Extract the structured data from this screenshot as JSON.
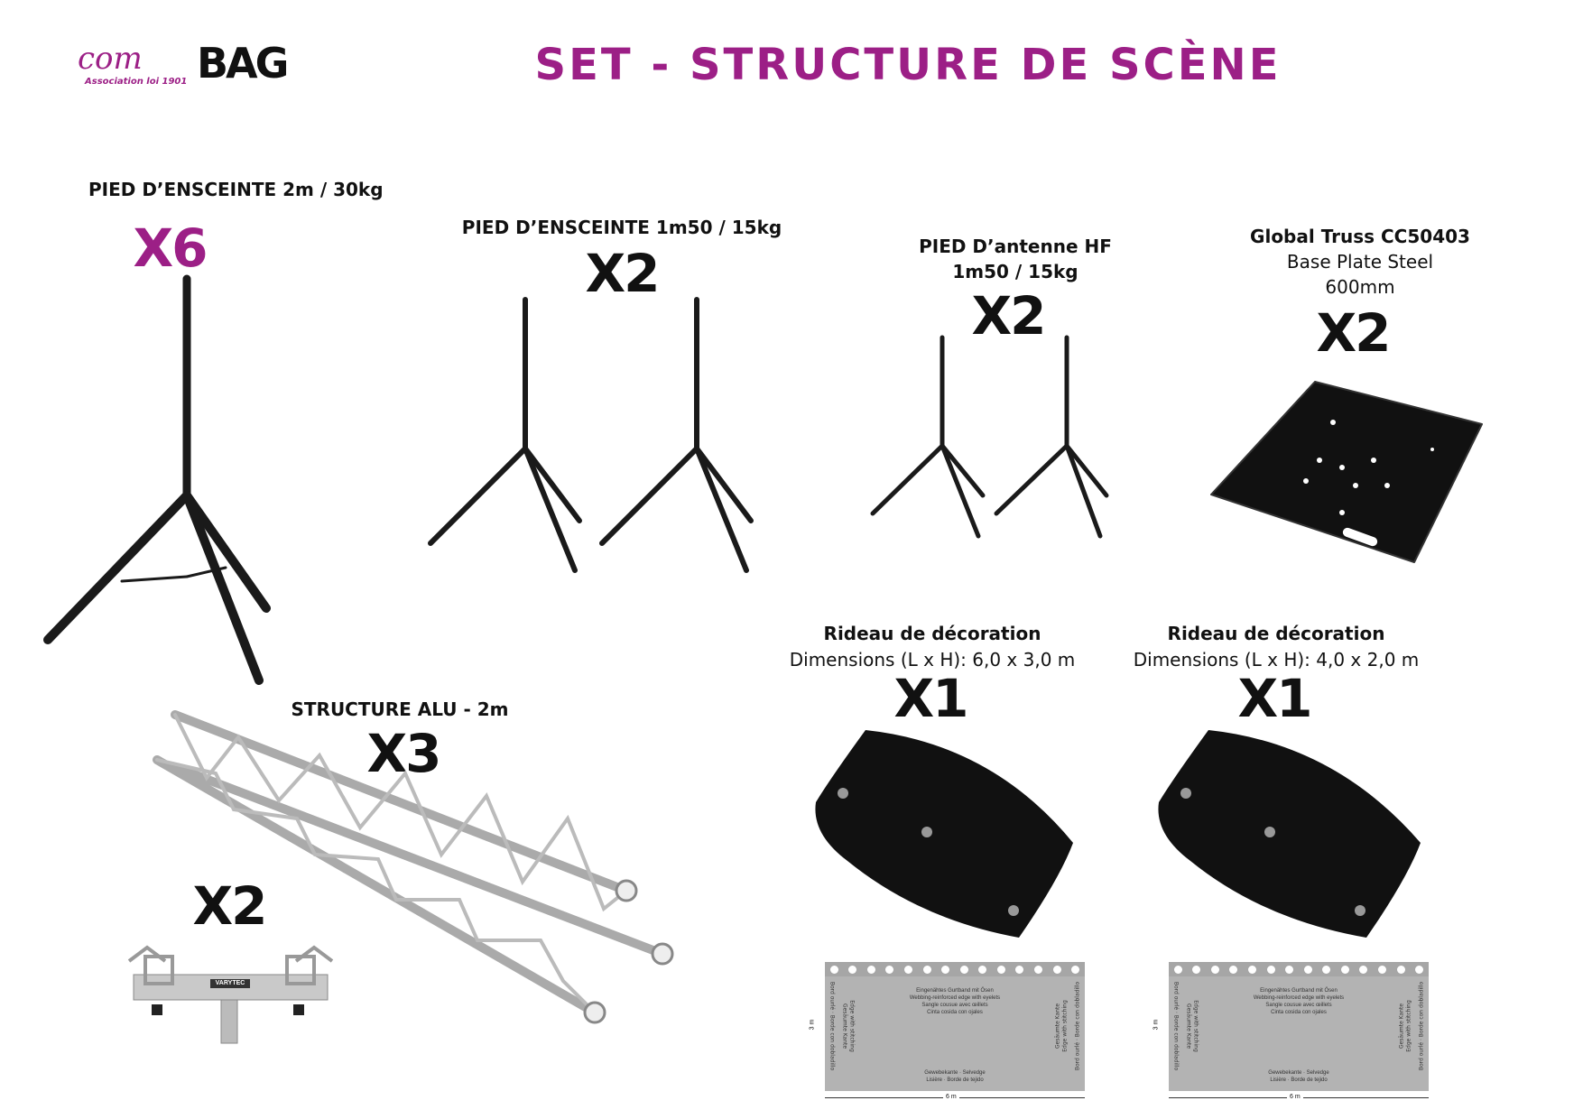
{
  "colors": {
    "accent": "#9c1f86",
    "black": "#111111"
  },
  "logo": {
    "script": "com",
    "word": "BAG",
    "tagline": "Association loi 1901"
  },
  "title": "SET - STRUCTURE DE SCÈNE",
  "items": [
    {
      "label": "PIED D’ENSCEINTE 2m / 30kg",
      "qty": "X6",
      "image": "speaker-stand-tall"
    },
    {
      "label": "PIED D’ENSCEINTE 1m50 / 15kg",
      "qty": "X2",
      "image": "speaker-stands"
    },
    {
      "label": "PIED D’antenne HF",
      "label2": "1m50 / 15kg",
      "qty": "X2",
      "image": "antenna-stands"
    },
    {
      "label": "Global Truss CC50403",
      "label2": "Base Plate Steel",
      "label3": "600mm",
      "qty": "X2",
      "image": "base-plate"
    },
    {
      "label": "STRUCTURE ALU - 2m",
      "qty": "X3",
      "image": "aluminium-truss"
    },
    {
      "qty": "X2",
      "image": "truss-clamp",
      "brand": "VARYTEC"
    },
    {
      "label": "Rideau de décoration",
      "label2": "Dimensions (L x H): 6,0 x 3,0 m",
      "qty": "X1",
      "image": "curtain"
    },
    {
      "label": "Rideau de décoration",
      "label2": "Dimensions (L x H): 4,0 x 2,0 m",
      "qty": "X1",
      "image": "curtain"
    }
  ],
  "diagram": {
    "top": [
      "Eingenähtes Gurtband mit Ösen",
      "Webbing-reinforced edge with eyelets",
      "Sangle cousue avec œillets",
      "Cinta cosida con ojales"
    ],
    "bottom": [
      "Gewebekante · Selvedge",
      "Lisière · Borde de tejido"
    ],
    "left": [
      "Bord ourlé · Borde con dobladillo",
      "Gesäumte Kante",
      "Edge with stitching"
    ],
    "width": "6 m",
    "height": "3 m"
  }
}
